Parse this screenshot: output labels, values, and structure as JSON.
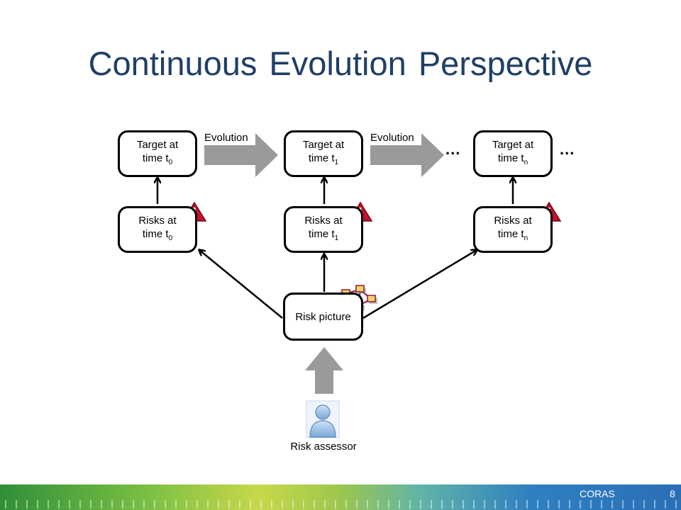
{
  "title": "Continuous Evolution Perspective",
  "targets": [
    {
      "line1": "Target at",
      "line2": "time t",
      "sub": "0"
    },
    {
      "line1": "Target at",
      "line2": "time t",
      "sub": "1"
    },
    {
      "line1": "Target at",
      "line2": "time t",
      "sub": "n"
    }
  ],
  "risks": [
    {
      "line1": "Risks at",
      "line2": "time t",
      "sub": "0"
    },
    {
      "line1": "Risks at",
      "line2": "time t",
      "sub": "1"
    },
    {
      "line1": "Risks at",
      "line2": "time t",
      "sub": "n"
    }
  ],
  "evolution_label": "Evolution",
  "ellipsis": "...",
  "warning_symbol": "!",
  "risk_picture_label": "Risk picture",
  "risk_assessor_label": "Risk assessor",
  "footer": {
    "brand": "CORAS",
    "page": "8"
  },
  "colors": {
    "title": "#1f3f66",
    "warning_fill": "#c8102e",
    "big_arrow": "#9a9a9a",
    "network_node": "#f2d36b",
    "network_border": "#8b1a3a"
  },
  "icons": [
    "warning-triangle-icon",
    "network-icon",
    "person-icon",
    "evolution-arrow-icon"
  ]
}
